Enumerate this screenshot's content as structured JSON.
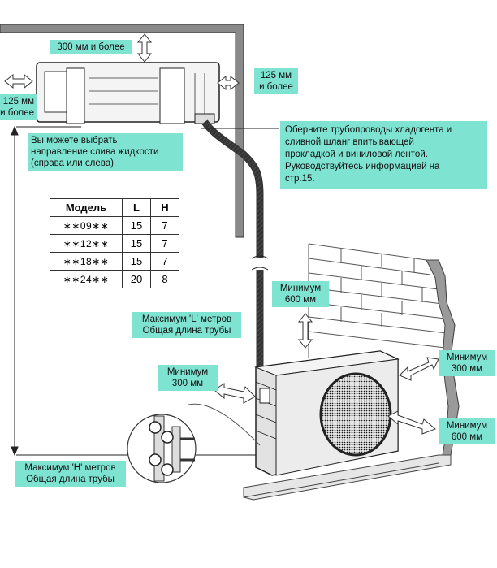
{
  "labels": {
    "top_clearance": "300 мм и более",
    "right_clearance": [
      "125 мм",
      "и более"
    ],
    "left_clearance": [
      "125 мм",
      "и более"
    ],
    "drain_direction": [
      "Вы можете выбрать",
      "направление слива жидкости",
      "(справа или слева)"
    ],
    "wrap_pipes": [
      "Оберните трубопроводы хладогента и",
      "сливной шланг впитывающей",
      "прокладкой и виниловой лентой.",
      "Руководствуйтесь информацией на",
      "стр.15."
    ],
    "outdoor_top": [
      "Минимум",
      "600 мм"
    ],
    "max_l": [
      "Максимум 'L' метров",
      "Общая длина трубы"
    ],
    "outdoor_left": [
      "Минимум",
      "300 мм"
    ],
    "outdoor_back": [
      "Минимум",
      "300 мм"
    ],
    "outdoor_front": [
      "Минимум",
      "600 мм"
    ],
    "max_h": [
      "Максимум 'H' метров",
      "Общая длина трубы"
    ]
  },
  "model_table": {
    "headers": [
      "Модель",
      "L",
      "H"
    ],
    "rows": [
      [
        "∗∗09∗∗",
        "15",
        "7"
      ],
      [
        "∗∗12∗∗",
        "15",
        "7"
      ],
      [
        "∗∗18∗∗",
        "15",
        "7"
      ],
      [
        "∗∗24∗∗",
        "20",
        "8"
      ]
    ]
  },
  "colors": {
    "label_bg": "#7fe3d2",
    "wall": "#555555",
    "line": "#222222"
  }
}
